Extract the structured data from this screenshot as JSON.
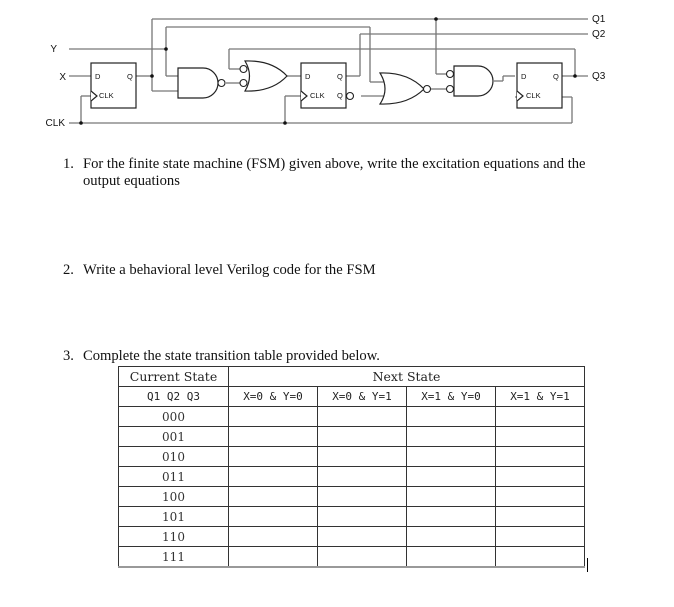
{
  "circuit": {
    "inputs": {
      "y": "Y",
      "x": "X",
      "clk": "CLK"
    },
    "outputs": {
      "q1": "Q1",
      "q2": "Q2",
      "q3": "Q3"
    },
    "flip_flops": [
      {
        "d": "D",
        "q": "Q",
        "clk": "CLK"
      },
      {
        "d": "D",
        "q": "Q",
        "qn": "Q",
        "clk": "CLK"
      },
      {
        "d": "D",
        "q": "Q",
        "clk": "CLK"
      }
    ],
    "gates": [
      "nand",
      "or-with-inverted-inputs",
      "nor",
      "and-with-inverted-inputs"
    ]
  },
  "questions": [
    {
      "number": "1.",
      "text_line1": "For the finite state machine (FSM) given above, write the excitation equations and the",
      "text_line2": "output equations"
    },
    {
      "number": "2.",
      "text": "Write a behavioral level Verilog code for the FSM"
    },
    {
      "number": "3.",
      "text": "Complete the state transition table provided below."
    }
  ],
  "table": {
    "header_current": "Current State",
    "header_next": "Next State",
    "subheader_current": "Q1 Q2 Q3",
    "subheaders_next": [
      "X=0 & Y=0",
      "X=0 & Y=1",
      "X=1 & Y=0",
      "X=1 & Y=1"
    ],
    "rows": [
      {
        "state": "000",
        "next": [
          "",
          "",
          "",
          ""
        ]
      },
      {
        "state": "001",
        "next": [
          "",
          "",
          "",
          ""
        ]
      },
      {
        "state": "010",
        "next": [
          "",
          "",
          "",
          ""
        ]
      },
      {
        "state": "011",
        "next": [
          "",
          "",
          "",
          ""
        ]
      },
      {
        "state": "100",
        "next": [
          "",
          "",
          "",
          ""
        ]
      },
      {
        "state": "101",
        "next": [
          "",
          "",
          "",
          ""
        ]
      },
      {
        "state": "110",
        "next": [
          "",
          "",
          "",
          ""
        ]
      },
      {
        "state": "111",
        "next": [
          "",
          "",
          "",
          ""
        ]
      }
    ]
  }
}
